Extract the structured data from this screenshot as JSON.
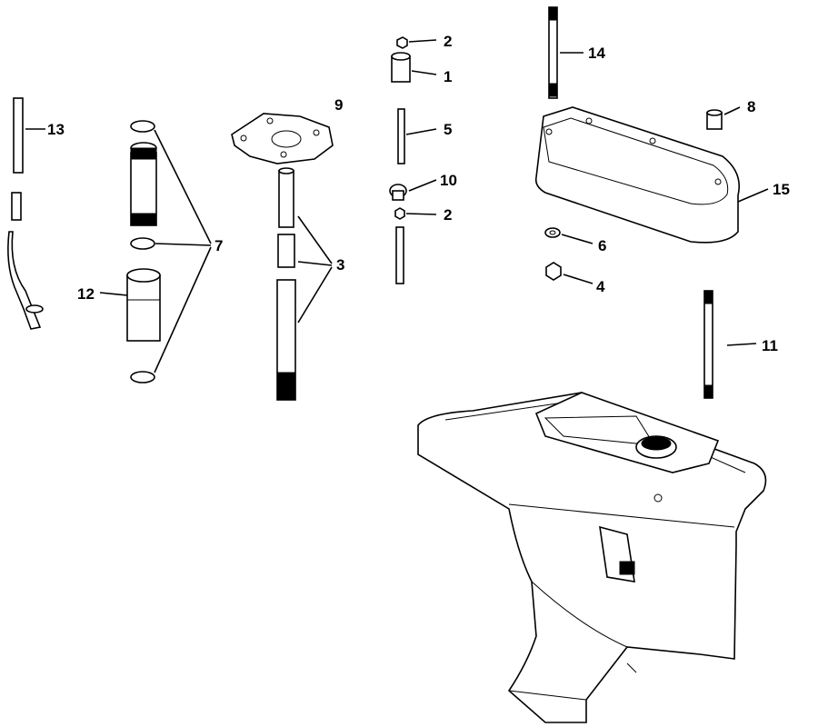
{
  "diagram": {
    "callouts": {
      "c1": "1",
      "c2a": "2",
      "c2b": "2",
      "c3": "3",
      "c4": "4",
      "c5": "5",
      "c6": "6",
      "c7": "7",
      "c8": "8",
      "c9": "9",
      "c10": "10",
      "c11": "11",
      "c12": "12",
      "c13": "13",
      "c14": "14",
      "c15": "15"
    }
  }
}
